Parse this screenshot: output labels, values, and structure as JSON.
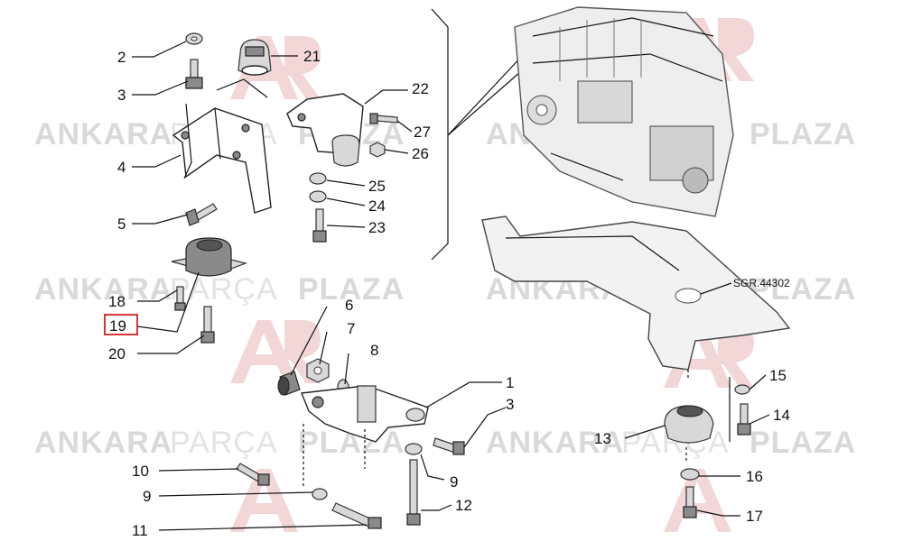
{
  "watermark": {
    "brand_left": "ANKARA",
    "brand_mid": "PARÇA",
    "brand_right": "PLAZA"
  },
  "reference": "SGR.44302",
  "highlight_color": "#d32020",
  "callouts": [
    {
      "id": "c2",
      "label": "2"
    },
    {
      "id": "c21",
      "label": "21"
    },
    {
      "id": "c3a",
      "label": "3"
    },
    {
      "id": "c22",
      "label": "22"
    },
    {
      "id": "c27",
      "label": "27"
    },
    {
      "id": "c26",
      "label": "26"
    },
    {
      "id": "c4",
      "label": "4"
    },
    {
      "id": "c25",
      "label": "25"
    },
    {
      "id": "c24",
      "label": "24"
    },
    {
      "id": "c5",
      "label": "5"
    },
    {
      "id": "c23",
      "label": "23"
    },
    {
      "id": "c18",
      "label": "18"
    },
    {
      "id": "c6",
      "label": "6"
    },
    {
      "id": "c19",
      "label": "19",
      "highlighted": true
    },
    {
      "id": "c7",
      "label": "7"
    },
    {
      "id": "c20",
      "label": "20"
    },
    {
      "id": "c8",
      "label": "8"
    },
    {
      "id": "c15",
      "label": "15"
    },
    {
      "id": "c1",
      "label": "1"
    },
    {
      "id": "c3b",
      "label": "3"
    },
    {
      "id": "c14",
      "label": "14"
    },
    {
      "id": "c13",
      "label": "13"
    },
    {
      "id": "c10",
      "label": "10"
    },
    {
      "id": "c16",
      "label": "16"
    },
    {
      "id": "c9a",
      "label": "9"
    },
    {
      "id": "c9b",
      "label": "9"
    },
    {
      "id": "c12",
      "label": "12"
    },
    {
      "id": "c17",
      "label": "17"
    },
    {
      "id": "c11",
      "label": "11"
    }
  ]
}
